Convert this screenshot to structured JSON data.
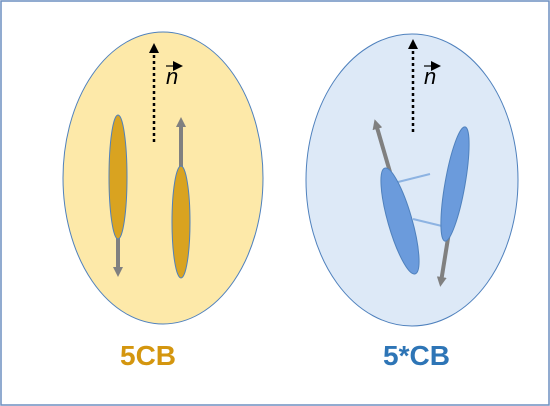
{
  "figure": {
    "director_label_base": "n",
    "panels": [
      {
        "id": "5cb",
        "label": "5CB",
        "label_color": "#d4960f",
        "fill": "#fde9a9",
        "stroke": "#4f81bd",
        "molecule_color": "#d9a320"
      },
      {
        "id": "5starcb",
        "label": "5*CB",
        "label_color": "#2e75b6",
        "fill": "#dde9f7",
        "stroke": "#4f81bd",
        "molecule_color": "#6b9bdc"
      }
    ],
    "colors": {
      "frame": "#6d8fc0",
      "arrow": "#808080",
      "director_arrow": "#000000",
      "link": "#8db3e2"
    }
  }
}
